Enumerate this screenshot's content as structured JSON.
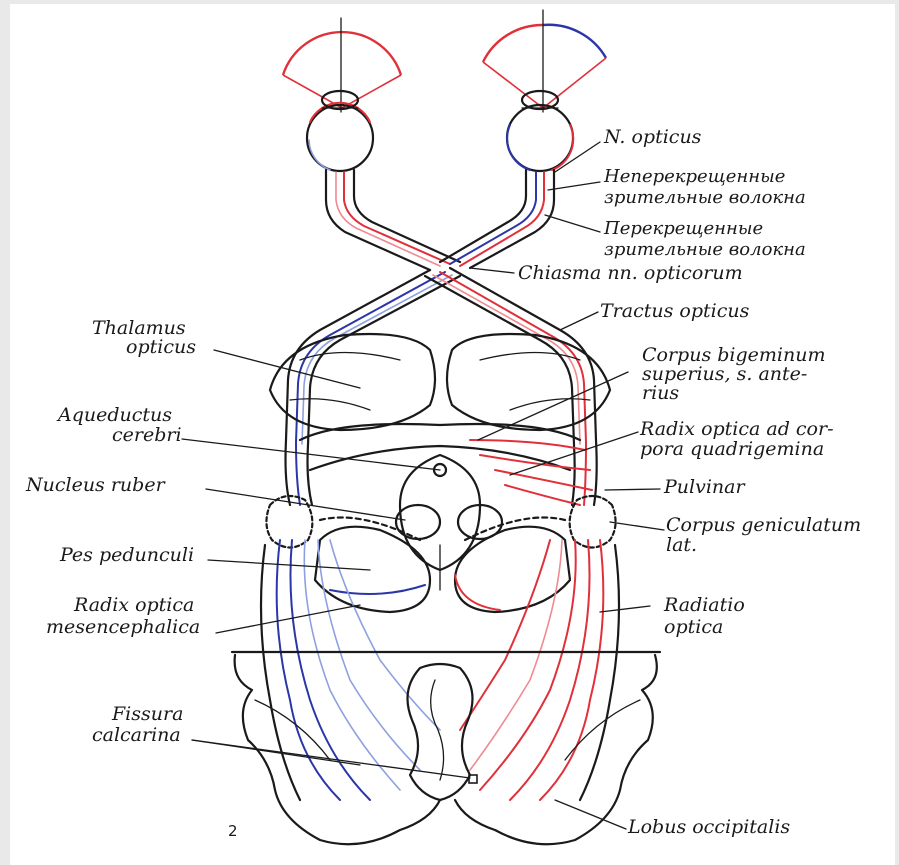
{
  "colors": {
    "crossed_fibers": "#e0303a",
    "uncrossed_fibers": "#2b36a8",
    "ink": "#1a1a1a",
    "background": "#ffffff"
  },
  "labels": {
    "n_opticus": "N. opticus",
    "uncrossed_line1": "Неперекрещенные",
    "uncrossed_line2": "зрительные волокна",
    "crossed_line1": "Перекрещенные",
    "crossed_line2": "зрительные волокна",
    "chiasma": "Chiasma nn. opticorum",
    "tractus": "Tractus opticus",
    "thalamus_line1": "Thalamus",
    "thalamus_line2": "opticus",
    "corpus_bigeminum_line1": "Corpus bigeminum",
    "corpus_bigeminum_line2": "superius, s. ante-",
    "corpus_bigeminum_line3": "rius",
    "aqueductus_line1": "Aqueductus",
    "aqueductus_line2": "cerebri",
    "radix_quadrigemina_line1": "Radix optica ad cor-",
    "radix_quadrigemina_line2": "pora quadrigemina",
    "nucleus_ruber": "Nucleus ruber",
    "pulvinar": "Pulvinar",
    "geniculatum_line1": "Corpus geniculatum",
    "geniculatum_line2": "lat.",
    "pes_pedunculi": "Pes pedunculi",
    "radix_mesencephalica_line1": "Radix optica",
    "radix_mesencephalica_line2": "mesencephalica",
    "radiatio_line1": "Radiatio",
    "radiatio_line2": "optica",
    "fissura_line1": "Fissura",
    "fissura_line2": "calcarina",
    "lobus": "Lobus occipitalis",
    "figure_number": "2"
  }
}
